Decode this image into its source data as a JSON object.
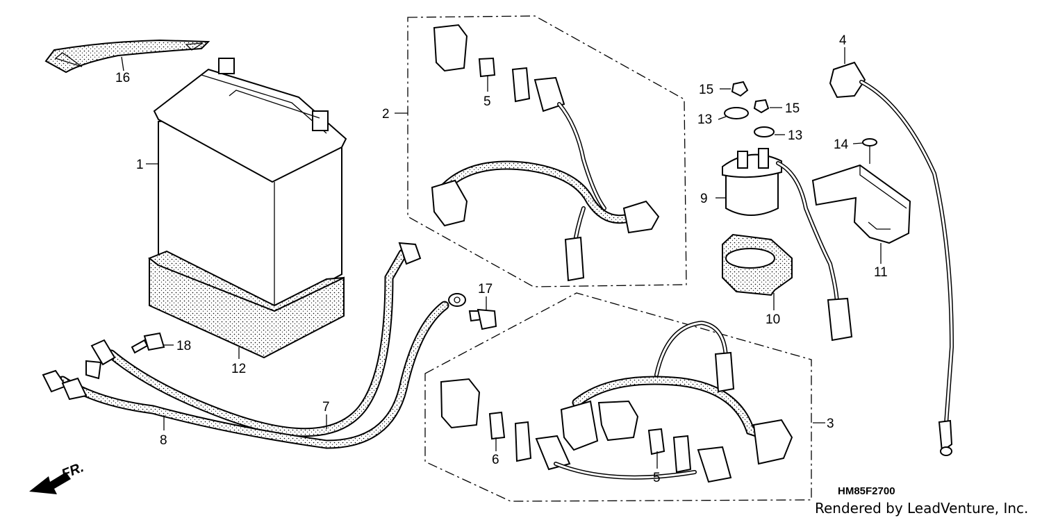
{
  "diagram": {
    "drawing_code": "HM85F2700",
    "credit": "Rendered by LeadVenture, Inc.",
    "direction_label": "FR.",
    "callouts": {
      "c1": "1",
      "c2": "2",
      "c3": "3",
      "c4": "4",
      "c5a": "5",
      "c5b": "5",
      "c6": "6",
      "c7": "7",
      "c8": "8",
      "c9": "9",
      "c10": "10",
      "c11": "11",
      "c12": "12",
      "c13a": "13",
      "c13b": "13",
      "c14": "14",
      "c15a": "15",
      "c15b": "15",
      "c16": "16",
      "c17": "17",
      "c18": "18"
    }
  }
}
